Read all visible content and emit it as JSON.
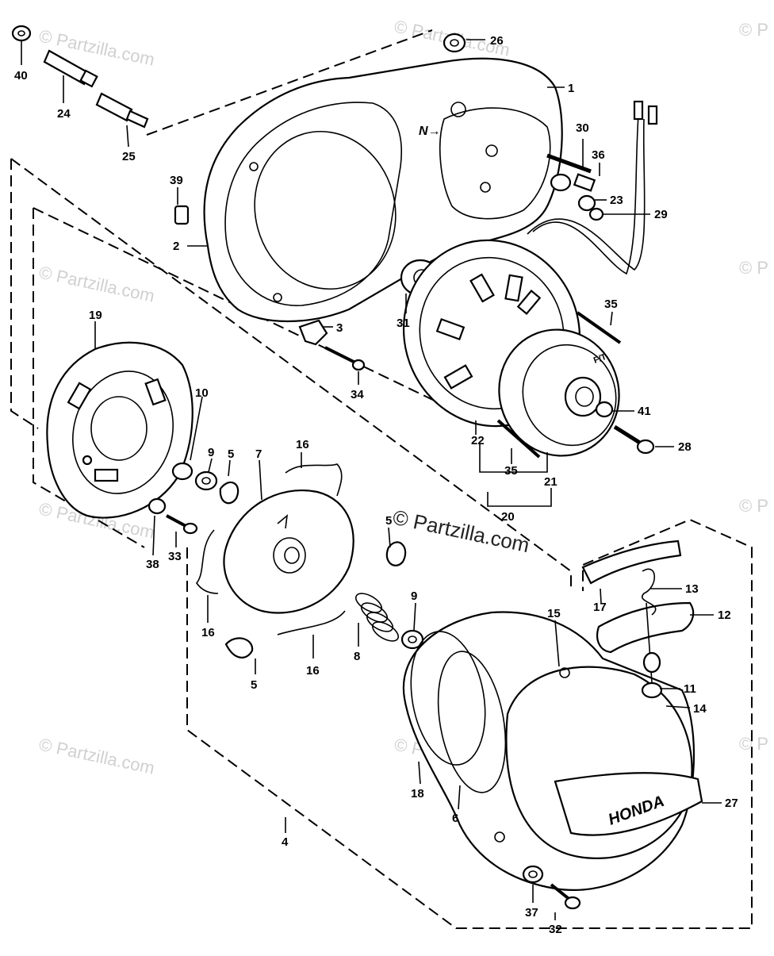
{
  "watermark": {
    "text": "© Partzilla.com",
    "center_text": "© Partzilla.com",
    "edge_text": "© P"
  },
  "brand_plate": "HONDA",
  "cover_arrow": "N→",
  "rotor_mark": "F/T",
  "callouts": {
    "c1": "1",
    "c2": "2",
    "c3": "3",
    "c4": "4",
    "c5a": "5",
    "c5b": "5",
    "c5c": "5",
    "c6": "6",
    "c7": "7",
    "c8": "8",
    "c9a": "9",
    "c9b": "9",
    "c10": "10",
    "c11": "11",
    "c12": "12",
    "c13": "13",
    "c14": "14",
    "c15": "15",
    "c16a": "16",
    "c16b": "16",
    "c16c": "16",
    "c17": "17",
    "c18": "18",
    "c19": "19",
    "c20": "20",
    "c21": "21",
    "c22": "22",
    "c23": "23",
    "c24": "24",
    "c25": "25",
    "c26": "26",
    "c27": "27",
    "c28": "28",
    "c29": "29",
    "c30": "30",
    "c31": "31",
    "c32": "32",
    "c33": "33",
    "c34": "34",
    "c35a": "35",
    "c35b": "35",
    "c36": "36",
    "c37": "37",
    "c38": "38",
    "c39": "39",
    "c40": "40",
    "c41": "41"
  }
}
